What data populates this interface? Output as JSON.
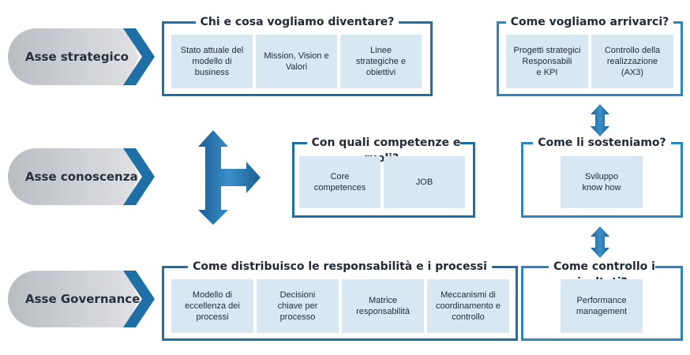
{
  "axes": [
    {
      "id": "strategico",
      "label": "Asse strategico"
    },
    {
      "id": "conoscenza",
      "label": "Asse conoscenza"
    },
    {
      "id": "governance",
      "label": "Asse Governance"
    }
  ],
  "boxes": {
    "chi_cosa": {
      "title": "Chi e cosa vogliamo diventare?",
      "cells": [
        "Stato attuale del\nmodello di\nbusiness",
        "Mission, Vision e\nValori",
        "Linee\nstrategiche e\nobiettivi"
      ]
    },
    "come_arrivarci": {
      "title": "Come vogliamo arrivarci?",
      "cells": [
        "Progetti strategici\nResponsabili\ne KPI",
        "Controllo della\nrealizzazione\n(AX3)"
      ]
    },
    "competenze": {
      "title": "Con quali competenze e ruoli?",
      "cells": [
        "Core\ncompetences",
        "JOB"
      ]
    },
    "sosteniamo": {
      "title": "Come li sosteniamo?",
      "cells": [
        "Sviluppo\nknow how"
      ]
    },
    "distribuisco": {
      "title": "Come distribuisco le responsabilità e i processi",
      "cells": [
        "Modello di\neccellenza dei\nprocessi",
        "Decisioni\nchiave per\nprocesso",
        "Matrice\nresponsabilità",
        "Meccanismi di\ncoordinamento e\ncontrollo"
      ]
    },
    "controllo": {
      "title": "Come controllo i risultati?",
      "cells": [
        "Performance\nmanagement"
      ]
    }
  },
  "colors": {
    "frame_dark": "#1e6fa6",
    "frame_light": "#2d84bf",
    "cell_fill": "#d7e8f3",
    "axis_grey": "#c9ccd0",
    "axis_chevron": "#1e6fa6"
  }
}
